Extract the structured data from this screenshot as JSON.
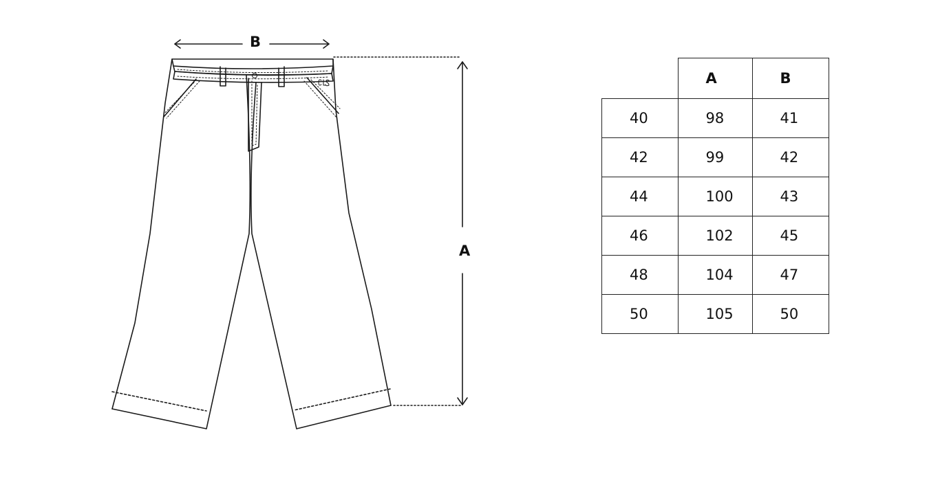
{
  "diagram": {
    "measure_b_label": "B",
    "measure_a_label": "A",
    "garment_icon": "trousers-flat-sketch",
    "line_color": "#1a1a1a"
  },
  "size_table": {
    "headers": [
      "",
      "A",
      "B"
    ],
    "rows": [
      [
        "40",
        "98",
        "41"
      ],
      [
        "42",
        "99",
        "42"
      ],
      [
        "44",
        "100",
        "43"
      ],
      [
        "46",
        "102",
        "45"
      ],
      [
        "48",
        "104",
        "47"
      ],
      [
        "50",
        "105",
        "50"
      ]
    ]
  }
}
